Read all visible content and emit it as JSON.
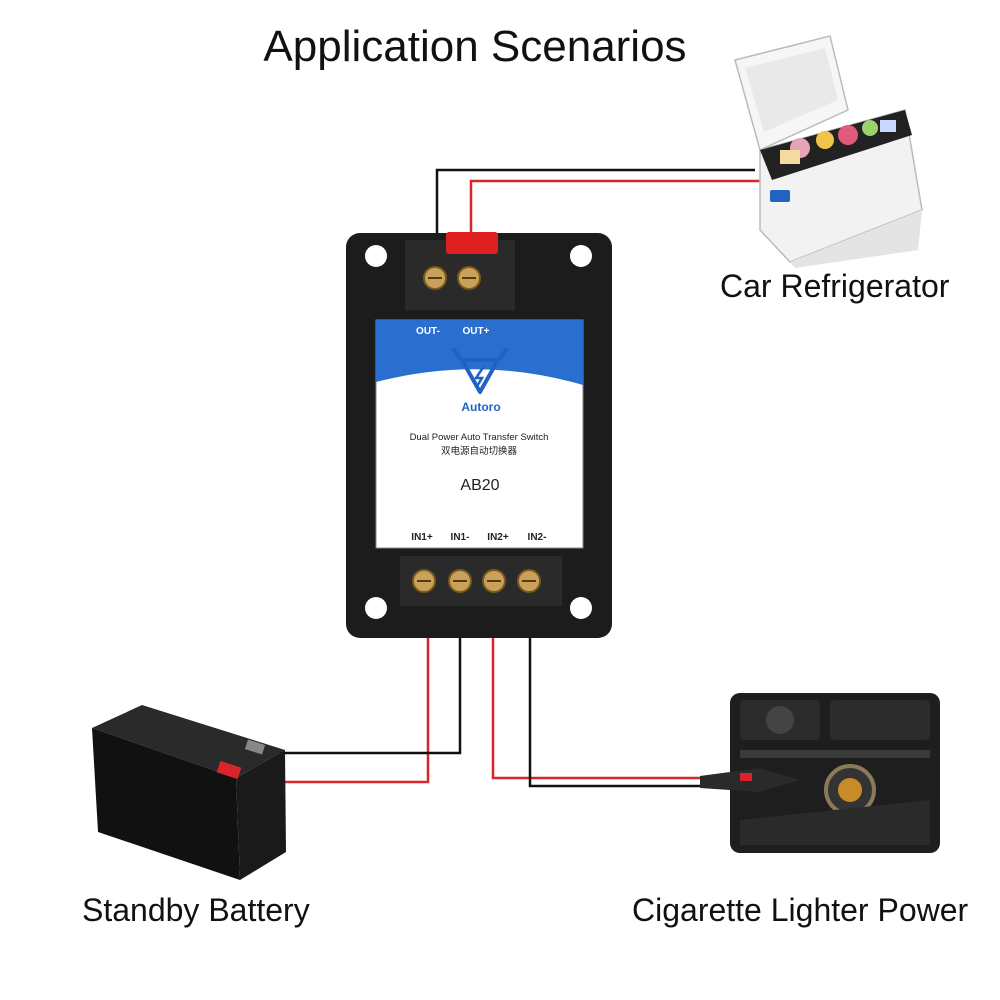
{
  "title": "Application Scenarios",
  "labels": {
    "car_refrigerator": "Car Refrigerator",
    "standby_battery": "Standby Battery",
    "cigarette_lighter": "Cigarette Lighter Power"
  },
  "device": {
    "brand": "Autoro",
    "description_en": "Dual Power Auto Transfer Switch",
    "description_cn": "双电源自动切换器",
    "model": "AB20",
    "output_terminals": [
      "OUT-",
      "OUT+"
    ],
    "input_terminals": [
      "IN1+",
      "IN1-",
      "IN2+",
      "IN2-"
    ]
  },
  "colors": {
    "positive_wire": "#d8252b",
    "negative_wire": "#111111",
    "brand_blue": "#1f64c4",
    "housing": "#1c1c1c"
  }
}
